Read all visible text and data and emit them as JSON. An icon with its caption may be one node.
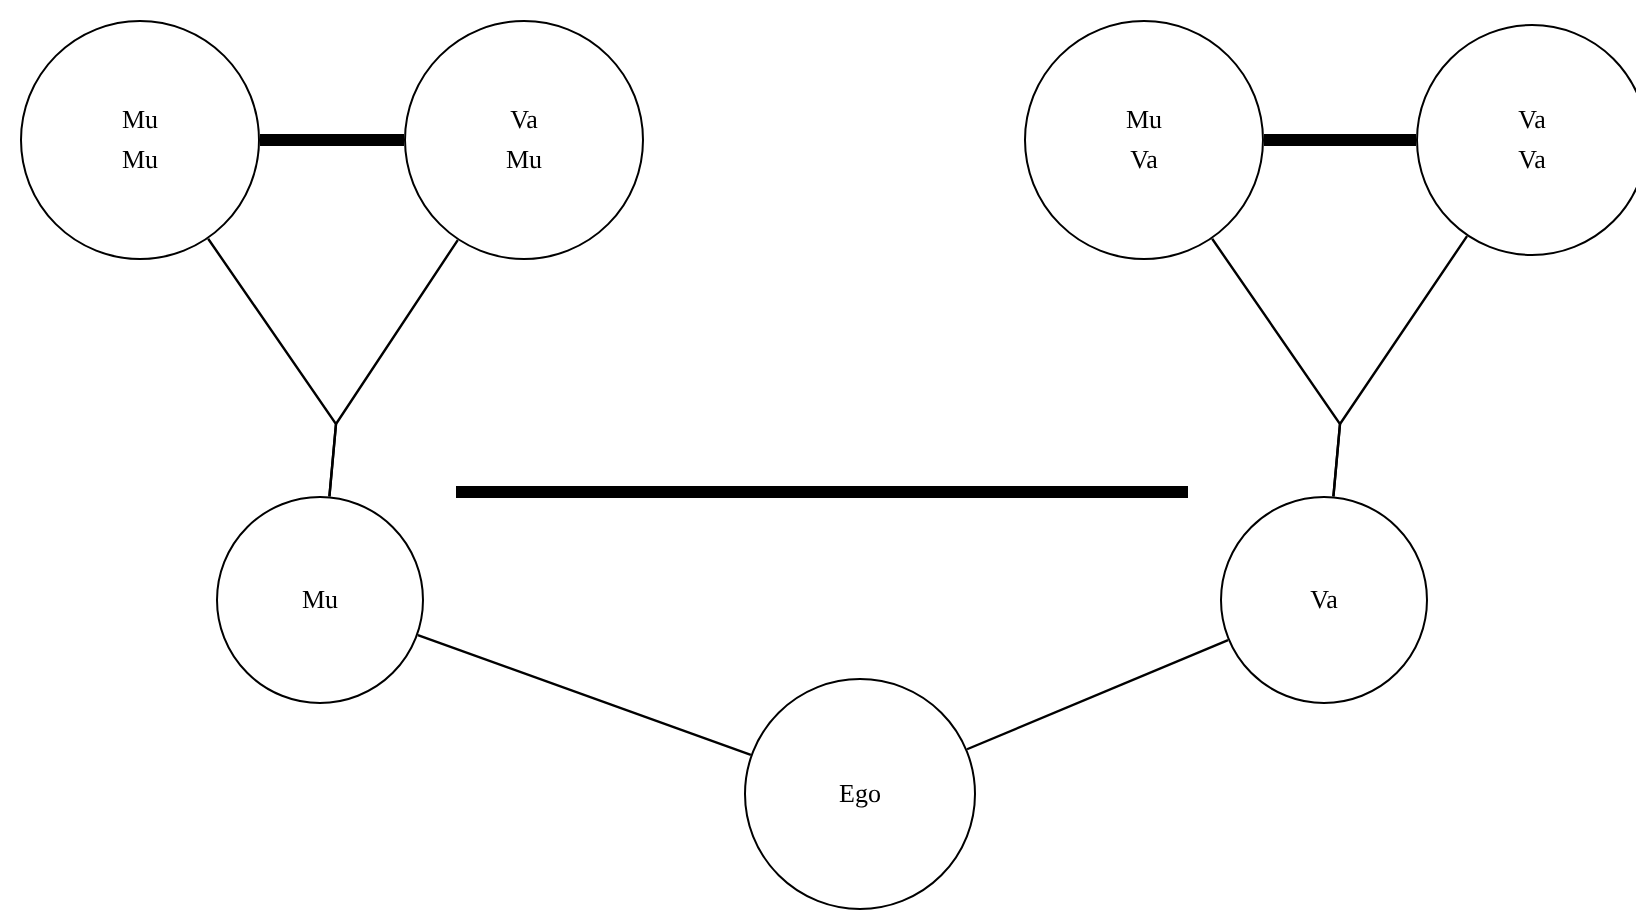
{
  "diagram": {
    "nodes": [
      {
        "text": [
          "Mu Mu"
        ]
      },
      {
        "text": [
          "Va Mu"
        ]
      },
      {
        "text": [
          "Mu Va"
        ]
      },
      {
        "text": [
          "Va Va"
        ]
      },
      {
        "text": [
          "Mu"
        ]
      },
      {
        "text": [
          "Va"
        ]
      },
      {
        "text": [
          "Ego"
        ]
      }
    ],
    "edges": [
      {
        "from": 0,
        "to": 1,
        "arrow": "none",
        "style": "thick"
      },
      {
        "from": 2,
        "to": 3,
        "arrow": "none",
        "style": "thick"
      },
      {
        "from": 0,
        "to": 4,
        "arrow": "none"
      },
      {
        "from": 1,
        "to": 4,
        "arrow": "none"
      },
      {
        "from": 2,
        "to": 5,
        "arrow": "none"
      },
      {
        "from": 3,
        "to": 5,
        "arrow": "none"
      },
      {
        "from": 4,
        "to": 5,
        "arrow": "none",
        "style": "thick"
      },
      {
        "from": 4,
        "to": 6,
        "arrow": "none"
      },
      {
        "from": 5,
        "to": 6,
        "arrow": "none"
      }
    ]
  }
}
